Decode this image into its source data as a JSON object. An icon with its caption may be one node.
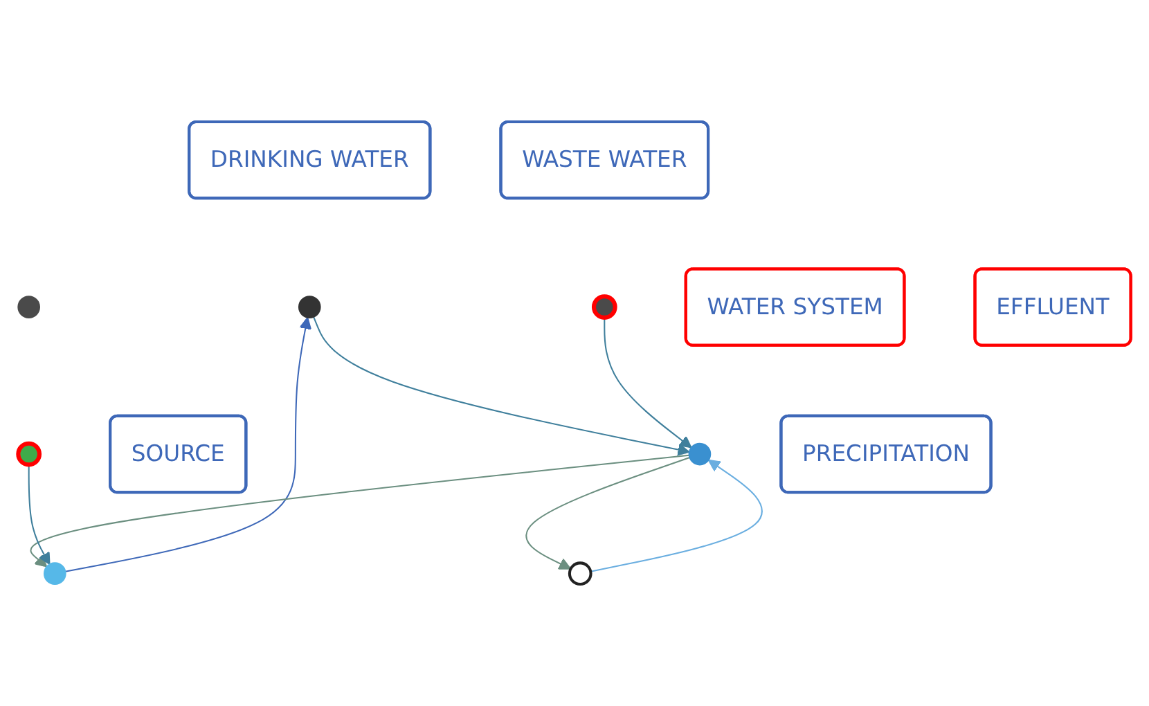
{
  "diagram": {
    "nodes": [
      {
        "text": [
          "DRINKING WATER"
        ]
      },
      {
        "text": [],
        "shape": "circle"
      },
      {
        "text": [
          "WASTE WATER"
        ]
      },
      {
        "text": [],
        "shape": "circle"
      },
      {
        "text": [
          "SOURCE"
        ]
      },
      {
        "text": [],
        "shape": "circle"
      },
      {
        "text": [
          "WATER SYSTEM"
        ]
      },
      {
        "text": [],
        "shape": "circle"
      },
      {
        "text": [
          "EFFLUENT"
        ]
      },
      {
        "text": [],
        "shape": "circle"
      },
      {
        "text": [
          "PRECIPITATION"
        ]
      },
      {
        "text": [],
        "shape": "circle"
      },
      {
        "text": [],
        "shape": "circle"
      }
    ],
    "edges": [
      {
        "from": 5,
        "to": 1,
        "arrow": "to",
        "color": "#3e68b8"
      },
      {
        "from": 1,
        "to": 7,
        "arrow": "to",
        "color": "#3f7f9c"
      },
      {
        "from": 3,
        "to": 7,
        "arrow": "to",
        "color": "#3f7f9c"
      },
      {
        "from": 7,
        "to": 5,
        "arrow": "to",
        "color": "#6b8f80"
      },
      {
        "from": 7,
        "to": 11,
        "arrow": "to",
        "color": "#6b8f80"
      },
      {
        "from": 11,
        "to": 7,
        "arrow": "to",
        "color": "#6aaee0"
      },
      {
        "from": 9,
        "to": 5,
        "arrow": "to",
        "color": "#3f7f9c"
      }
    ]
  }
}
